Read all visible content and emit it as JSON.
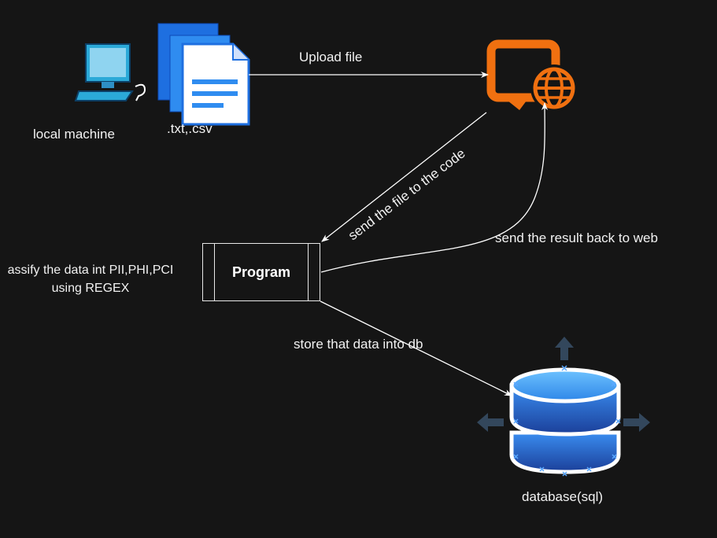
{
  "nodes": {
    "local_machine": {
      "label": "local machine"
    },
    "files": {
      "label": ".txt,.csv"
    },
    "web": {
      "label": ""
    },
    "program": {
      "label": "Program",
      "note_line1": "assify the data int PII,PHI,PCI",
      "note_line2": "using REGEX"
    },
    "database": {
      "label": "database(sql)"
    }
  },
  "edges": {
    "upload": {
      "label": "Upload file"
    },
    "send_to_code": {
      "label": "send the file to the code"
    },
    "send_back": {
      "label": "send the result back to web"
    },
    "store": {
      "label": "store that data into db"
    }
  },
  "colors": {
    "background": "#151515",
    "web_icon": "#f07010",
    "file_blue": "#1e6fe0",
    "db_blue": "#2f6fd8",
    "arrow": "#ffffff"
  }
}
